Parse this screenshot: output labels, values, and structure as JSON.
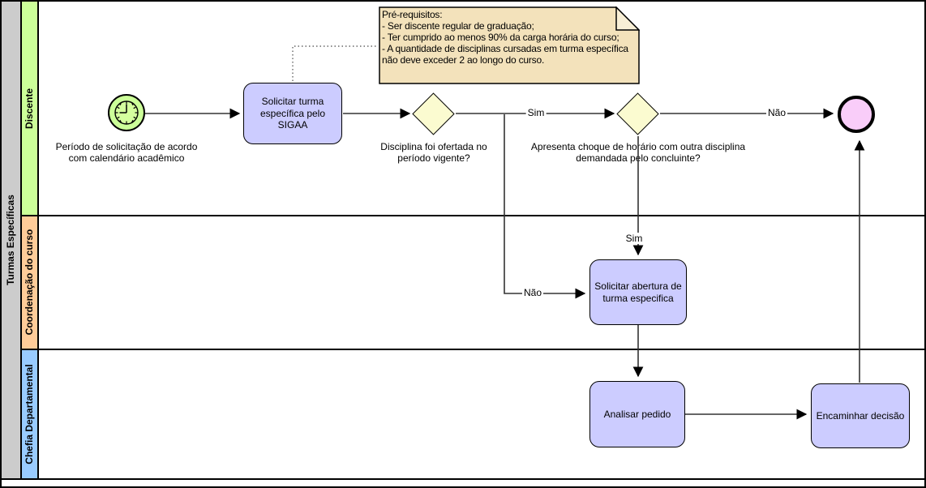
{
  "pool": {
    "title": "Turmas Específicas"
  },
  "lanes": [
    {
      "label": "Discente",
      "color": "#ccff99"
    },
    {
      "label": "Coordenação do curso",
      "color": "#ffcc99"
    },
    {
      "label": "Chefia Departamental",
      "color": "#99ccff"
    }
  ],
  "note": {
    "lines": [
      "Pré-requisitos:",
      "- Ser discente regular de graduação;",
      "- Ter cumprido ao menos 90% da carga horária do curso;",
      "- A quantidade de disciplinas cursadas em turma específica não deve exceder 2 ao longo do curso."
    ]
  },
  "nodes": {
    "start_event_label": "Período de solicitação de acordo com calendário acadêmico",
    "task_request": "Solicitar turma específica pelo SIGAA",
    "gateway_offered_label": "Disciplina foi ofertada no período vigente?",
    "gateway_conflict_label": "Apresenta choque de horário com outra disciplina demandada pelo concluinte?",
    "task_open_request": "Solicitar abertura de turma especifica",
    "task_analyze": "Analisar pedido",
    "task_forward": "Encaminhar decisão"
  },
  "edge_labels": {
    "offered_yes": "Sim",
    "offered_no": "Não",
    "conflict_yes": "Sim",
    "conflict_no": "Não"
  },
  "colors": {
    "pool_header": "#cccccc",
    "lane_discente": "#ccff99",
    "lane_coordenacao": "#ffcc99",
    "lane_chefia": "#99ccff",
    "task_fill": "#ccccff",
    "gateway_fill": "#fbfbd0",
    "start_event_fill": "#ccff99",
    "end_event_fill": "#f9cdf9",
    "note_fill": "#f3e2bb",
    "line": "#333333"
  }
}
